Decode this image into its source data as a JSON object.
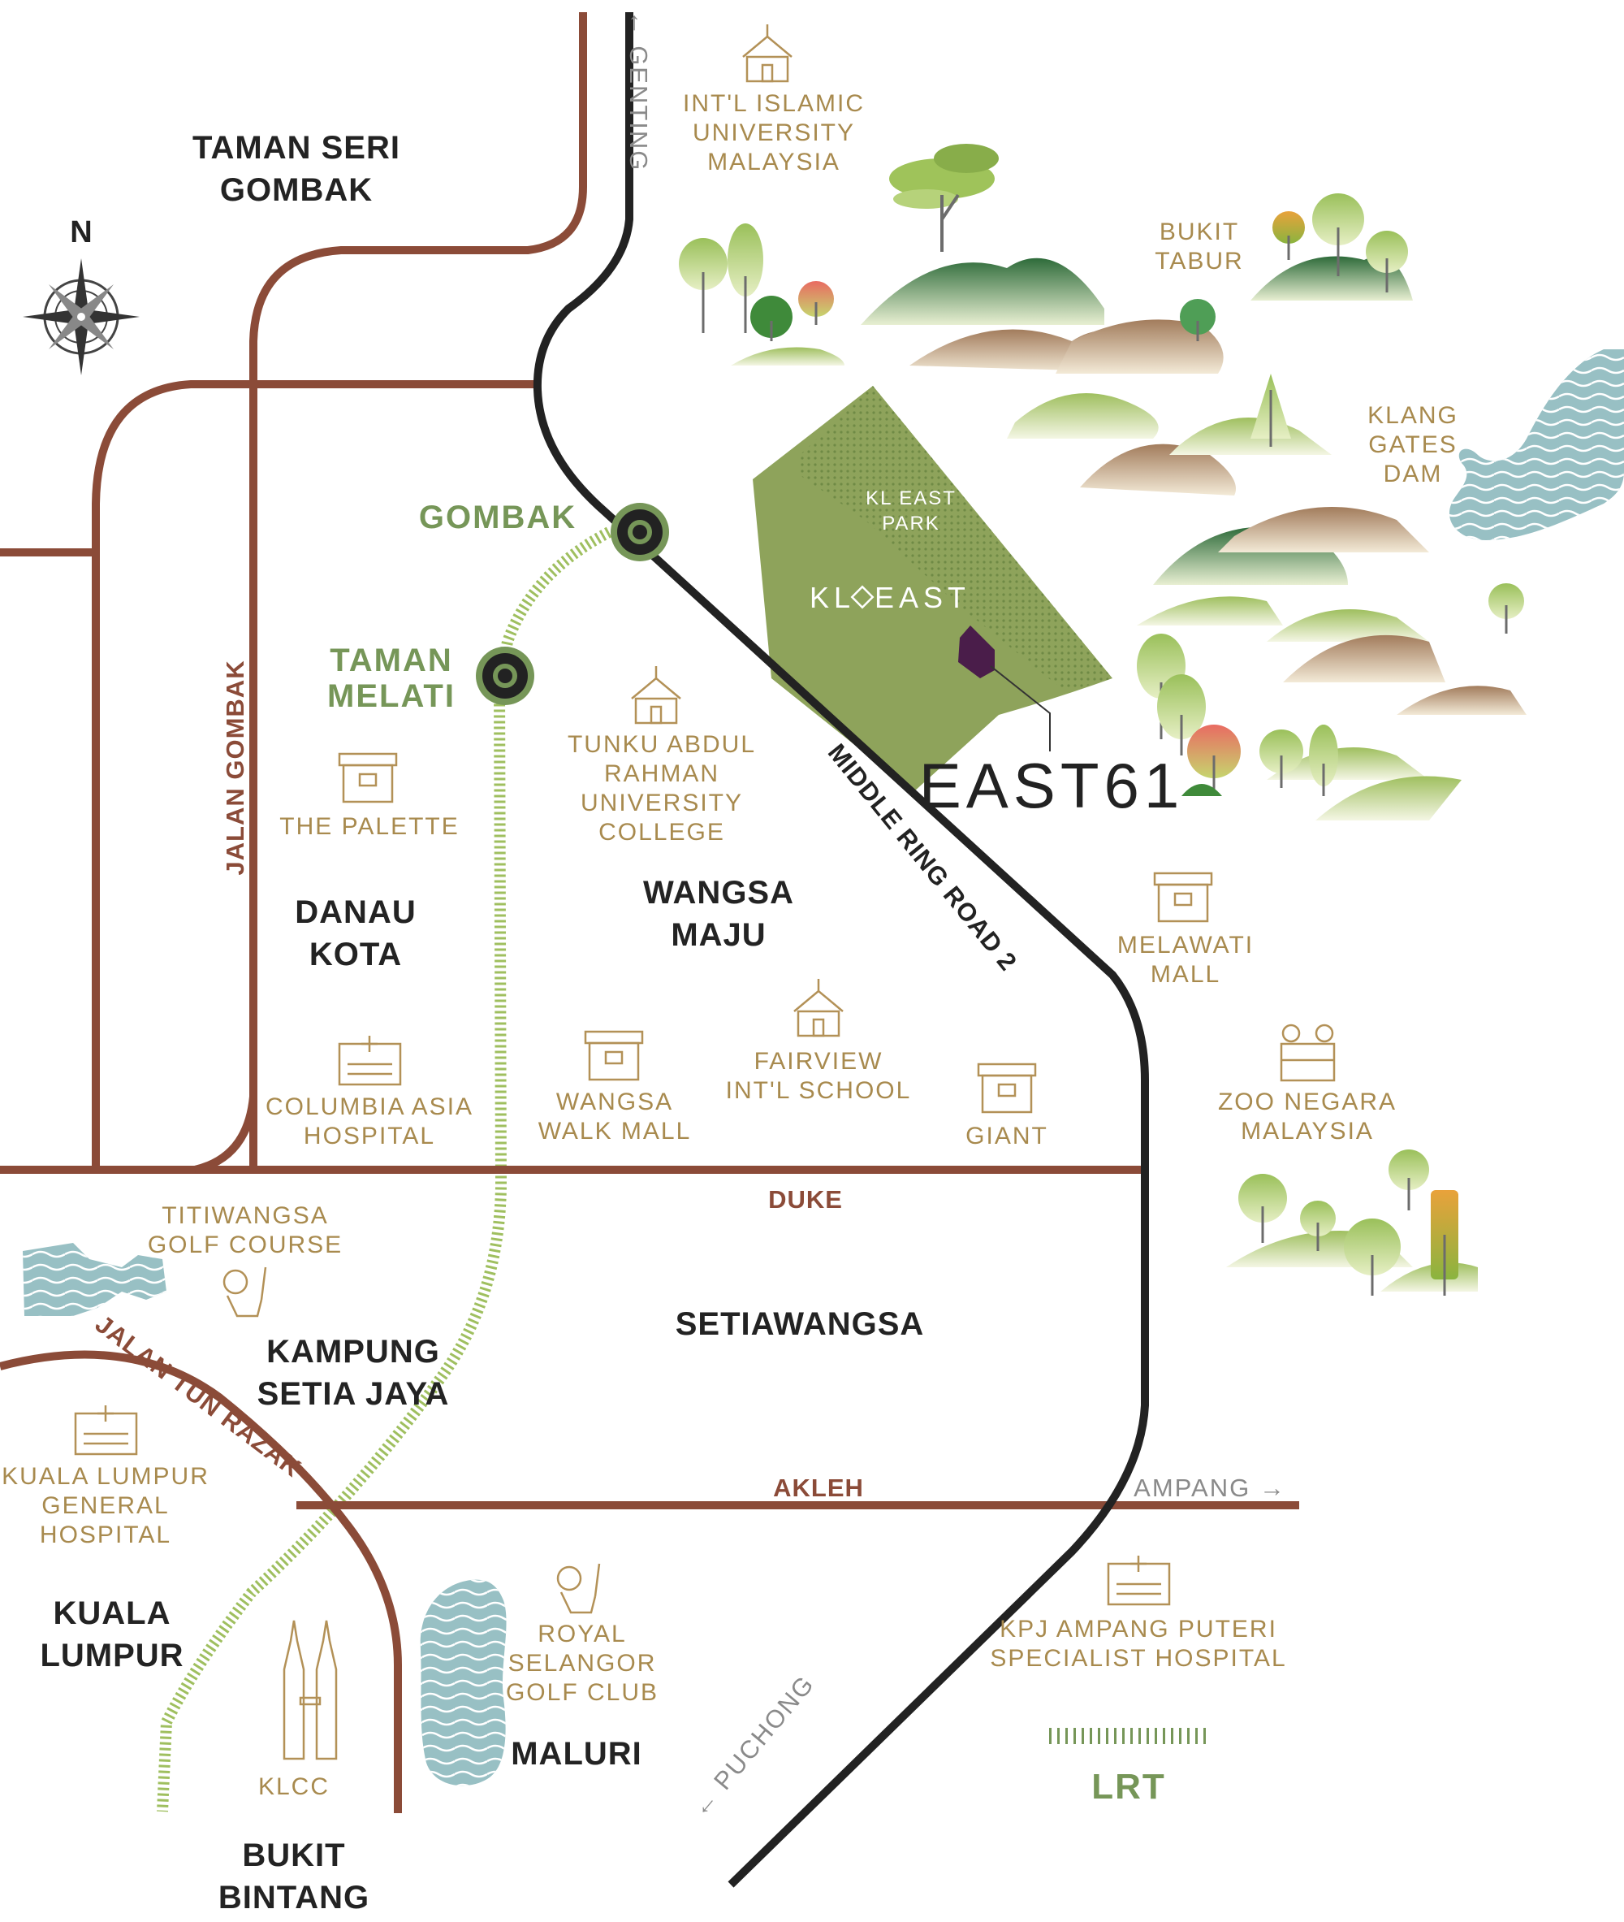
{
  "colors": {
    "local_road": "#8b4b38",
    "highway": "#222222",
    "lrt": "#9fbf5f",
    "park": "#8ea35b",
    "park_dark": "#6f8a45",
    "water": "#98c0c4",
    "landmark_text": "#a88a4e",
    "station_text": "#769658",
    "east61_block": "#4a1d4a"
  },
  "compass": {
    "label": "N"
  },
  "districts": {
    "taman_seri_gombak": [
      "TAMAN SERI",
      "GOMBAK"
    ],
    "danau_kota": [
      "DANAU",
      "KOTA"
    ],
    "wangsa_maju": [
      "WANGSA",
      "MAJU"
    ],
    "setiawangsa": [
      "SETIAWANGSA"
    ],
    "kampung_setia_jaya": [
      "KAMPUNG",
      "SETIA JAYA"
    ],
    "kuala_lumpur": [
      "KUALA",
      "LUMPUR"
    ],
    "bukit_bintang": [
      "BUKIT",
      "BINTANG"
    ],
    "maluri": [
      "MALURI"
    ]
  },
  "landmarks": {
    "iium": [
      "INT'L ISLAMIC",
      "UNIVERSITY",
      "MALAYSIA"
    ],
    "bukit_tabur": [
      "BUKIT",
      "TABUR"
    ],
    "klang_gates_dam": [
      "KLANG",
      "GATES",
      "DAM"
    ],
    "the_palette": [
      "THE PALETTE"
    ],
    "tunku_abdul_rahman": [
      "TUNKU ABDUL",
      "RAHMAN",
      "UNIVERSITY",
      "COLLEGE"
    ],
    "melawati_mall": [
      "MELAWATI",
      "MALL"
    ],
    "fairview": [
      "FAIRVIEW",
      "INT'L SCHOOL"
    ],
    "wangsa_walk": [
      "WANGSA",
      "WALK MALL"
    ],
    "columbia_asia": [
      "COLUMBIA ASIA",
      "HOSPITAL"
    ],
    "giant": [
      "GIANT"
    ],
    "zoo_negara": [
      "ZOO NEGARA",
      "MALAYSIA"
    ],
    "titiwangsa_golf": [
      "TITIWANGSA",
      "GOLF COURSE"
    ],
    "kl_general_hospital": [
      "KUALA LUMPUR",
      "GENERAL",
      "HOSPITAL"
    ],
    "royal_selangor_golf": [
      "ROYAL",
      "SELANGOR",
      "GOLF CLUB"
    ],
    "kpj_ampang": [
      "KPJ AMPANG PUTERI",
      "SPECIALIST HOSPITAL"
    ],
    "klcc": [
      "KLCC"
    ]
  },
  "roads": {
    "jalan_gombak": "JALAN GOMBAK",
    "duke": "DUKE",
    "akleh": "AKLEH",
    "jalan_tun_razak": "JALAN TUN RAZAK",
    "mrr2": "MIDDLE RING ROAD 2"
  },
  "directions": {
    "genting": "← GENTING",
    "ampang": "AMPANG →",
    "puchong": "← PUCHONG"
  },
  "stations": {
    "gombak": [
      "GOMBAK"
    ],
    "taman_melati": [
      "TAMAN",
      "MELATI"
    ]
  },
  "development": {
    "park": [
      "KL EAST",
      "PARK"
    ],
    "kleast_left": "KL",
    "kleast_right": "EAST",
    "project": "EAST61"
  },
  "legend": {
    "lrt": "LRT"
  }
}
